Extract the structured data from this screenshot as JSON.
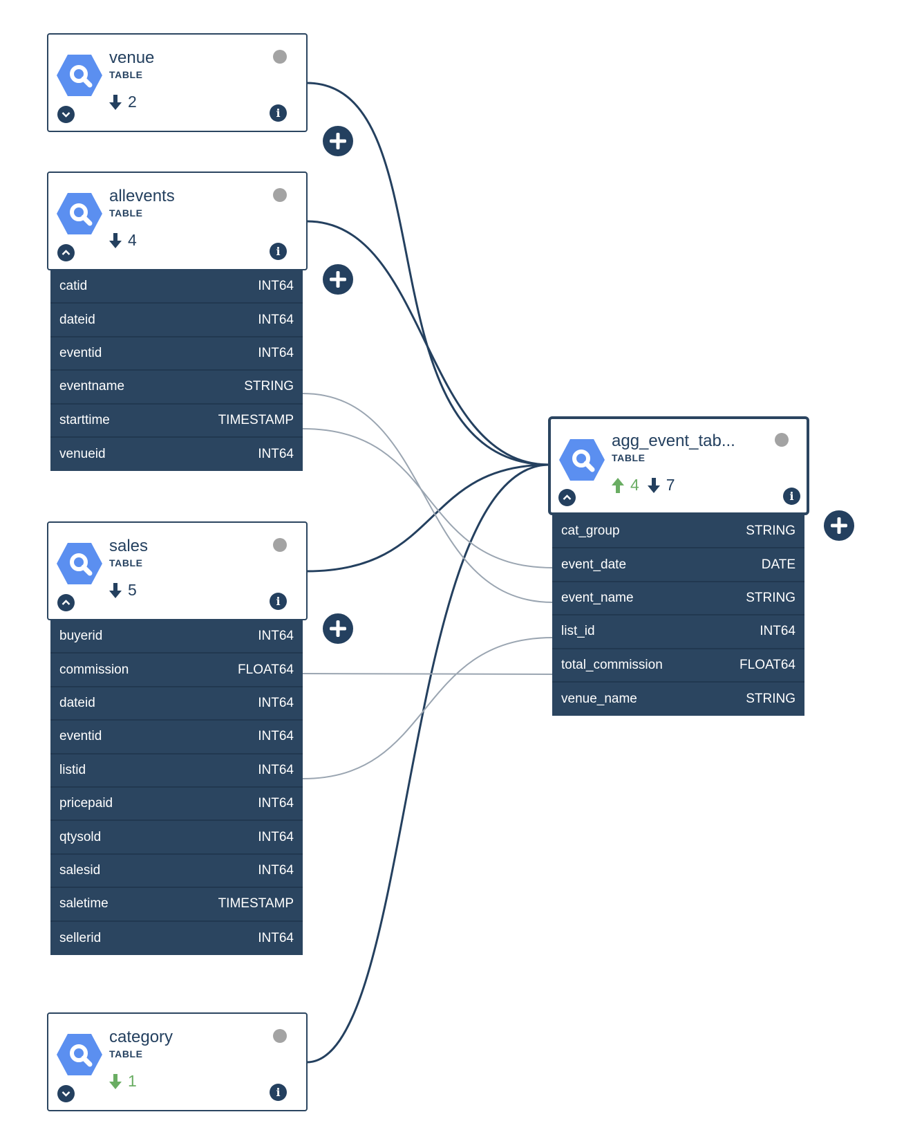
{
  "nodes": {
    "venue": {
      "name": "venue",
      "type": "TABLE",
      "downstream": "2",
      "fields": []
    },
    "allevents": {
      "name": "allevents",
      "type": "TABLE",
      "downstream": "4",
      "fields": [
        {
          "name": "catid",
          "type": "INT64"
        },
        {
          "name": "dateid",
          "type": "INT64"
        },
        {
          "name": "eventid",
          "type": "INT64"
        },
        {
          "name": "eventname",
          "type": "STRING"
        },
        {
          "name": "starttime",
          "type": "TIMESTAMP"
        },
        {
          "name": "venueid",
          "type": "INT64"
        }
      ]
    },
    "sales": {
      "name": "sales",
      "type": "TABLE",
      "downstream": "5",
      "fields": [
        {
          "name": "buyerid",
          "type": "INT64"
        },
        {
          "name": "commission",
          "type": "FLOAT64"
        },
        {
          "name": "dateid",
          "type": "INT64"
        },
        {
          "name": "eventid",
          "type": "INT64"
        },
        {
          "name": "listid",
          "type": "INT64"
        },
        {
          "name": "pricepaid",
          "type": "INT64"
        },
        {
          "name": "qtysold",
          "type": "INT64"
        },
        {
          "name": "salesid",
          "type": "INT64"
        },
        {
          "name": "saletime",
          "type": "TIMESTAMP"
        },
        {
          "name": "sellerid",
          "type": "INT64"
        }
      ]
    },
    "category": {
      "name": "category",
      "type": "TABLE",
      "downstream": "1",
      "fields": []
    },
    "agg": {
      "name": "agg_event_tab...",
      "type": "TABLE",
      "upstream": "4",
      "downstream": "7",
      "fields": [
        {
          "name": "cat_group",
          "type": "STRING"
        },
        {
          "name": "event_date",
          "type": "DATE"
        },
        {
          "name": "event_name",
          "type": "STRING"
        },
        {
          "name": "list_id",
          "type": "INT64"
        },
        {
          "name": "total_commission",
          "type": "FLOAT64"
        },
        {
          "name": "venue_name",
          "type": "STRING"
        }
      ]
    }
  },
  "colors": {
    "node_border": "#2b4560",
    "field_bg": "#2b4560",
    "edge_table": "#24405f",
    "edge_column": "#9aa5b1",
    "hex_icon": "#5b8ff0",
    "status_dot": "#a3a3a3",
    "upstream_arrow": "#6aad63",
    "downstream_arrow": "#24405f"
  },
  "icons": {
    "node": "query-hexagon-icon",
    "expand": "chevron-down-icon",
    "collapse": "chevron-up-icon",
    "info": "info-icon",
    "add": "plus-icon",
    "upstream": "arrow-up-icon",
    "downstream": "arrow-down-icon"
  }
}
